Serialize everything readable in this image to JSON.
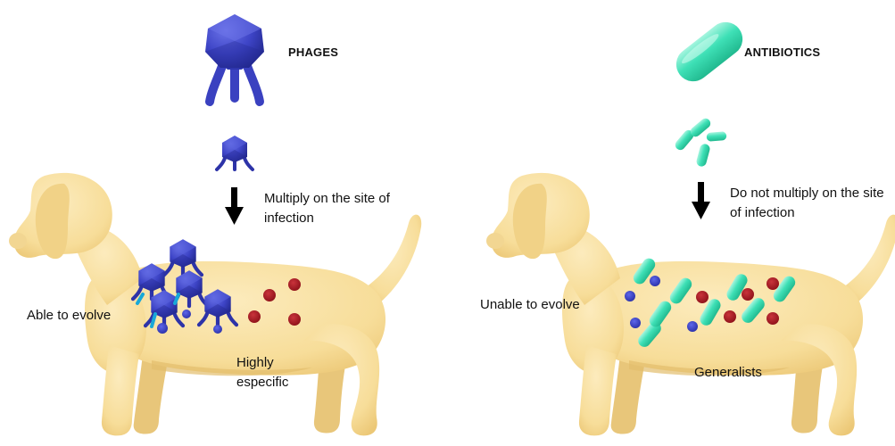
{
  "panels": [
    {
      "heading": "PHAGES",
      "transfer_label": "Multiply on the site of infection",
      "evolution_label": "Able to evolve",
      "specificity_label": "Highly especific"
    },
    {
      "heading": "ANTIBIOTICS",
      "transfer_label": "Do not multiply on the site of infection",
      "evolution_label": "Unable to evolve",
      "specificity_label": "Generalists"
    }
  ],
  "colors": {
    "dog_body": "#f9e3a4",
    "dog_shadow": "#e9c97c",
    "phage": "#3d44c6",
    "phage_dark": "#262c9a",
    "phage_tail_highlight": "#18a8d8",
    "antibiotic_pill": "#3ee0b6",
    "antibiotic_pill_light": "#a6f5df",
    "pathogen_red": "#a3171f",
    "arrow": "#000000",
    "text": "#111111"
  }
}
